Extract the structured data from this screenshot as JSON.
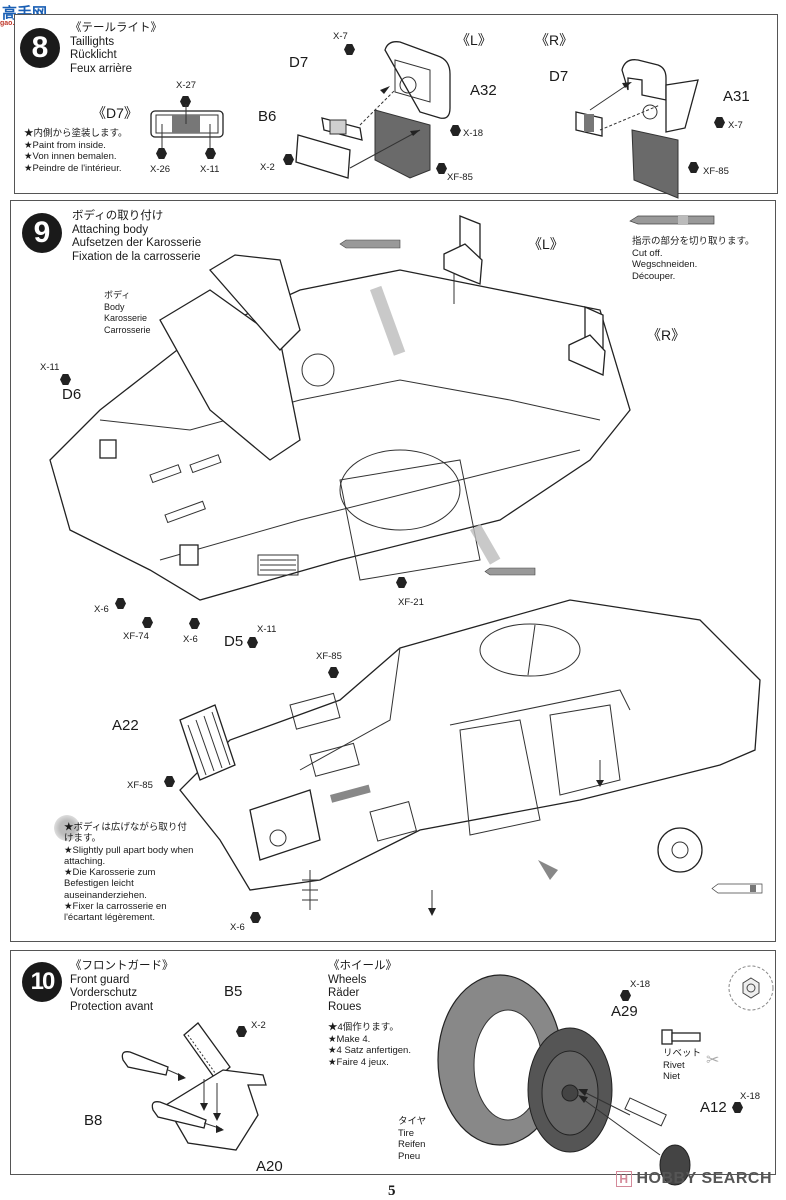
{
  "watermark_top": {
    "chars": "高手网",
    "sub": "gao.shou.com"
  },
  "watermark_bottom": {
    "prefix": "H",
    "text": "HOBBY SEARCH"
  },
  "page_number": "5",
  "step8": {
    "number": "8",
    "title_jp": "《テールライト》",
    "title_en": "Taillights",
    "title_de": "Rücklicht",
    "title_fr": "Feux arrière",
    "d7_label": "《D7》",
    "d7_paints": {
      "top": "X-27",
      "left": "X-26",
      "right": "X-11"
    },
    "notes": [
      "★内側から塗装します。",
      "★Paint from inside.",
      "★Von innen bemalen.",
      "★Peindre de l'intérieur."
    ],
    "left": {
      "tag": "《L》",
      "parts": [
        "D7",
        "B6",
        "A32"
      ],
      "paints": [
        "X-7",
        "X-18",
        "X-2",
        "XF-85"
      ]
    },
    "right": {
      "tag": "《R》",
      "parts": [
        "D7",
        "A31"
      ],
      "paints": [
        "X-7",
        "XF-85"
      ]
    }
  },
  "step9": {
    "number": "9",
    "title_jp": "ボディの取り付け",
    "title_en": "Attaching body",
    "title_de": "Aufsetzen der Karosserie",
    "title_fr": "Fixation de la carrosserie",
    "body_label": [
      "ボディ",
      "Body",
      "Karosserie",
      "Carrosserie"
    ],
    "cut_note": [
      "指示の部分を切り取ります。",
      "Cut off.",
      "Wegschneiden.",
      "Découper."
    ],
    "tag_l": "《L》",
    "tag_r": "《R》",
    "parts": {
      "d6": "D6",
      "d5": "D5",
      "a22": "A22"
    },
    "paints": {
      "x11a": "X-11",
      "x6a": "X-6",
      "xf74": "XF-74",
      "x6b": "X-6",
      "x11b": "X-11",
      "xf21": "XF-21",
      "xf85a": "XF-85",
      "xf85b": "XF-85",
      "x6c": "X-6"
    },
    "notes": [
      "★ボディは広げながら取り付けます。",
      "★Slightly pull apart body when attaching.",
      "★Die Karosserie zum Befestigen leicht auseinanderziehen.",
      "★Fixer la carrosserie en l'écartant légèrement."
    ]
  },
  "step10": {
    "number": "10",
    "guard": {
      "title_jp": "《フロントガード》",
      "title_en": "Front guard",
      "title_de": "Vorderschutz",
      "title_fr": "Protection avant",
      "parts": {
        "b5": "B5",
        "b8": "B8",
        "a20": "A20"
      },
      "paint": "X-2"
    },
    "wheels": {
      "title_jp": "《ホイール》",
      "title_en": "Wheels",
      "title_de": "Räder",
      "title_fr": "Roues",
      "notes": [
        "★4個作ります。",
        "★Make 4.",
        "★4 Satz anfertigen.",
        "★Faire 4 jeux."
      ],
      "tire": [
        "タイヤ",
        "Tire",
        "Reifen",
        "Pneu"
      ],
      "rivet": [
        "リベット",
        "Rivet",
        "Niet"
      ],
      "parts": {
        "a29": "A29",
        "a12": "A12"
      },
      "paints": {
        "a29": "X-18",
        "a12": "X-18"
      }
    }
  }
}
